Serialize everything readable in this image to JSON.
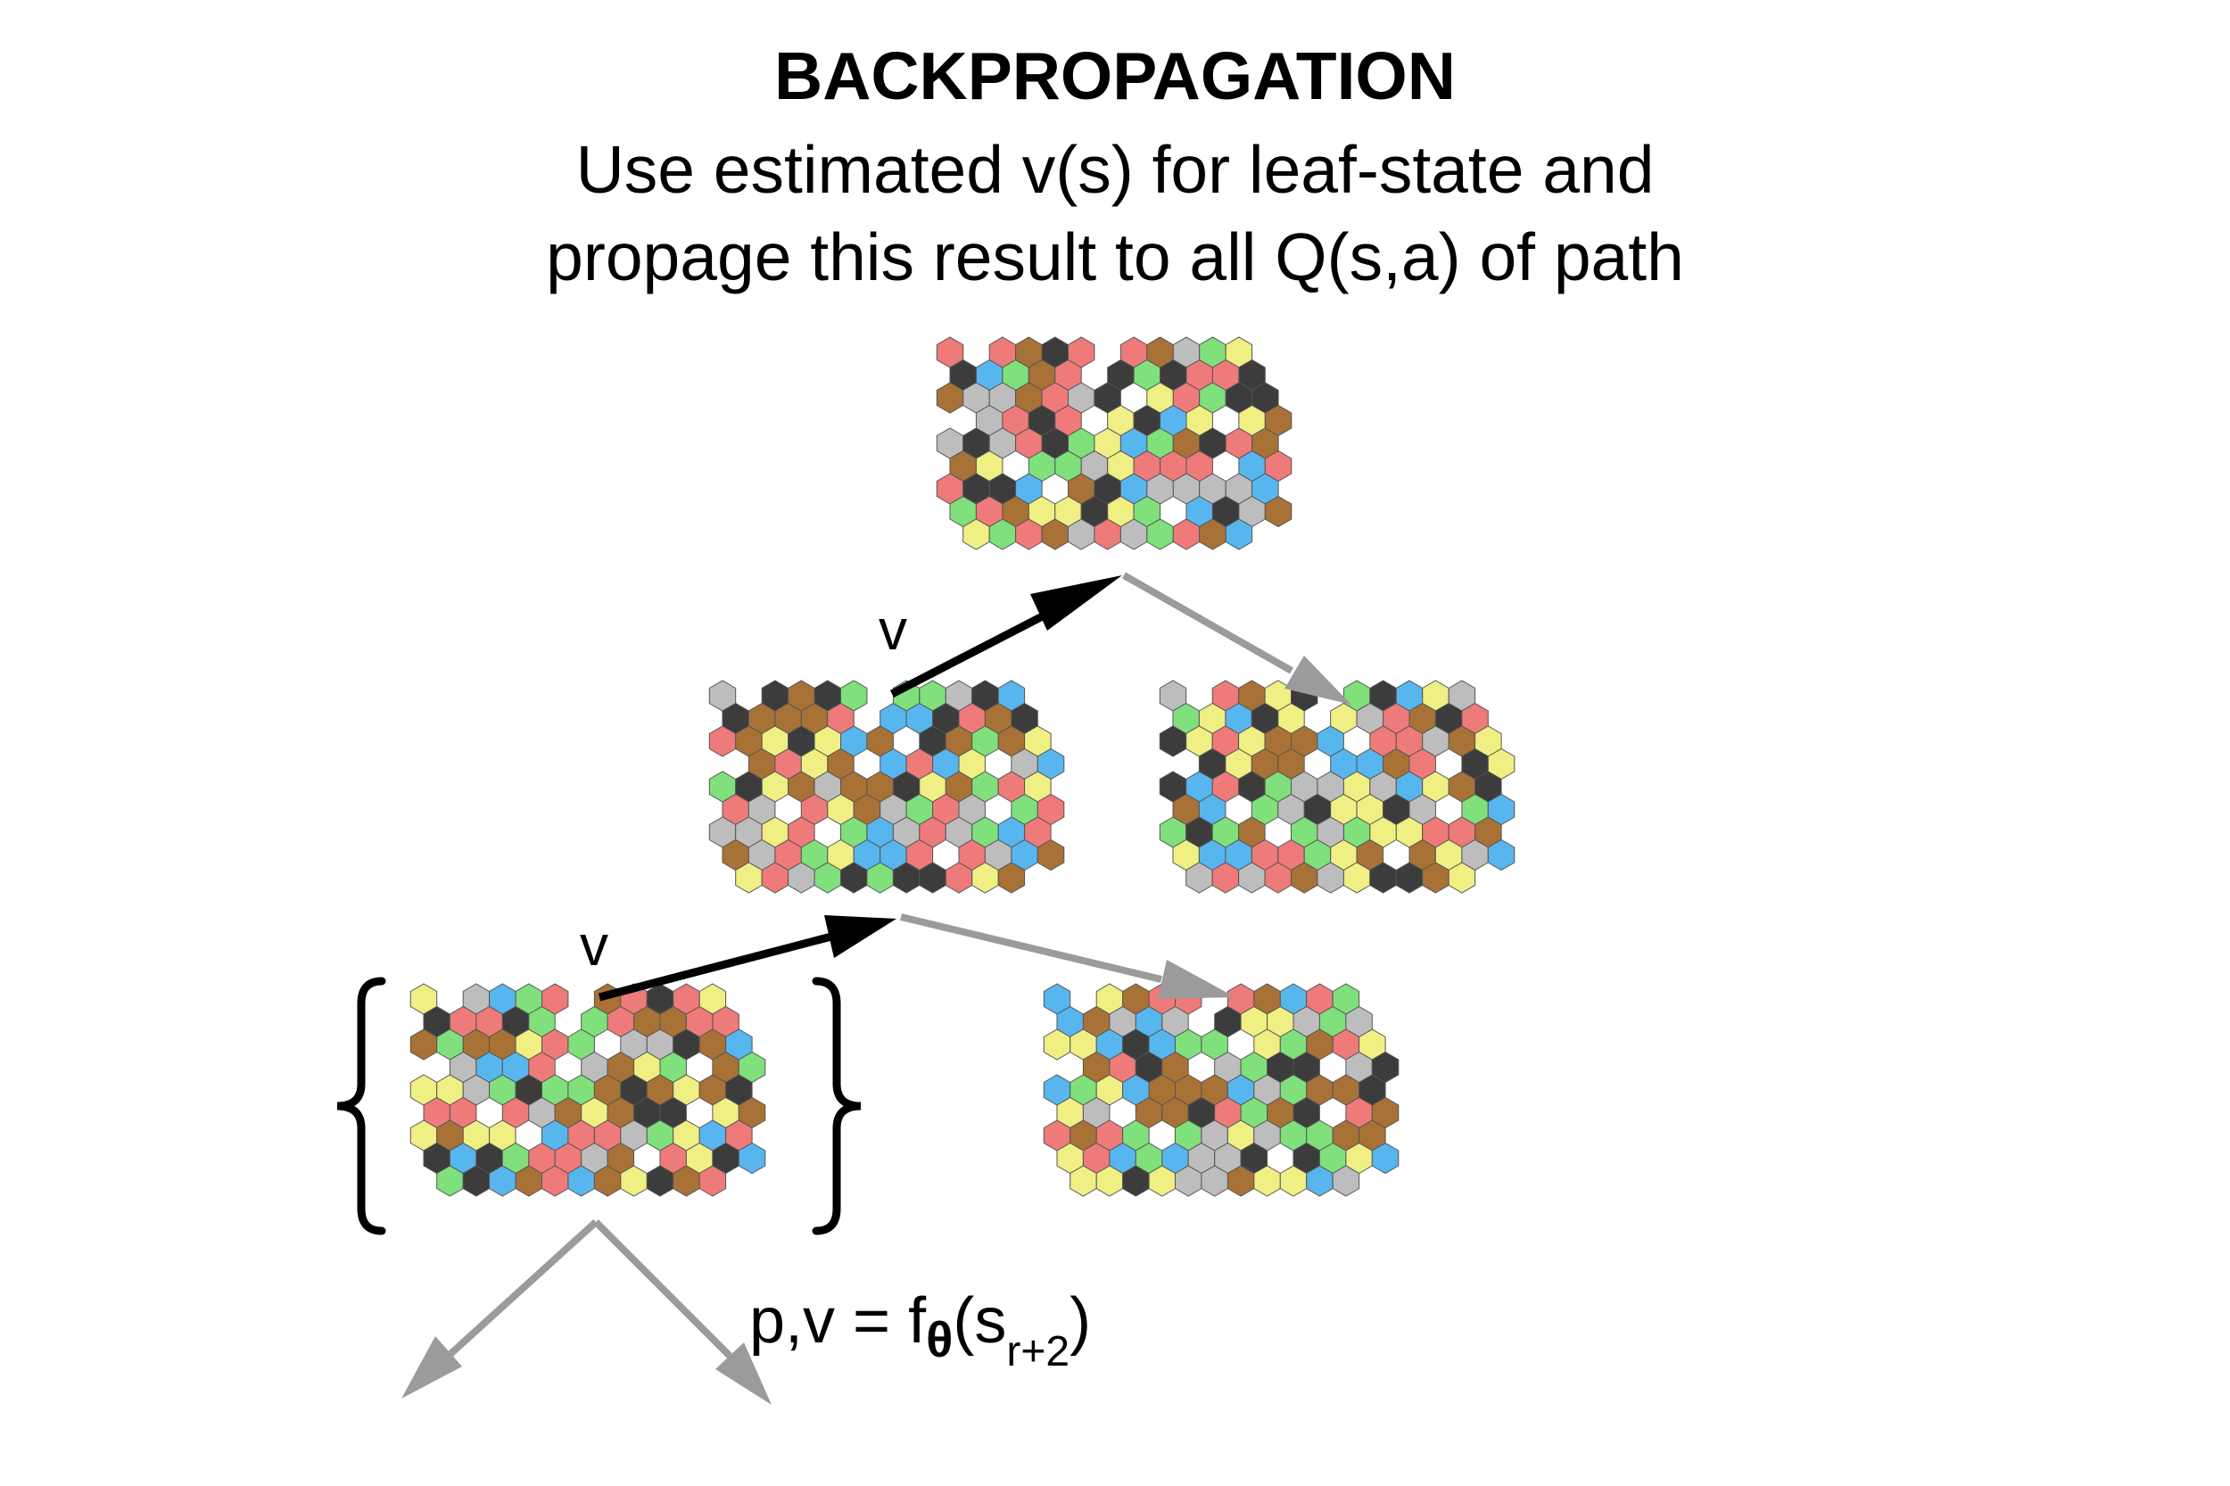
{
  "title": "BACKPROPAGATION",
  "subtitle_line1": "Use estimated v(s) for leaf-state and",
  "subtitle_line2": "propage this result to all Q(s,a) of path",
  "edge_label_upper": "v",
  "edge_label_lower": "v",
  "formula": {
    "lhs": "p,v = f",
    "theta": "θ",
    "open_paren": "(s",
    "subscript": "r+2",
    "close_paren": ")"
  },
  "colors": {
    "backprop_arrow": "#000000",
    "tree_edge": "#9b9b9b",
    "hex_palette": [
      "#a87236",
      "#3c3c3c",
      "#f0ef83",
      "#ef7a7a",
      "#7fe07c",
      "#58b6ee",
      "#bdbdbd"
    ]
  },
  "boards": [
    {
      "name": "board-root",
      "role": "root state"
    },
    {
      "name": "board-mid-left",
      "role": "selected child"
    },
    {
      "name": "board-mid-right",
      "role": "sibling"
    },
    {
      "name": "board-leaf",
      "role": "leaf state"
    },
    {
      "name": "board-bottom-right",
      "role": "sibling"
    }
  ]
}
